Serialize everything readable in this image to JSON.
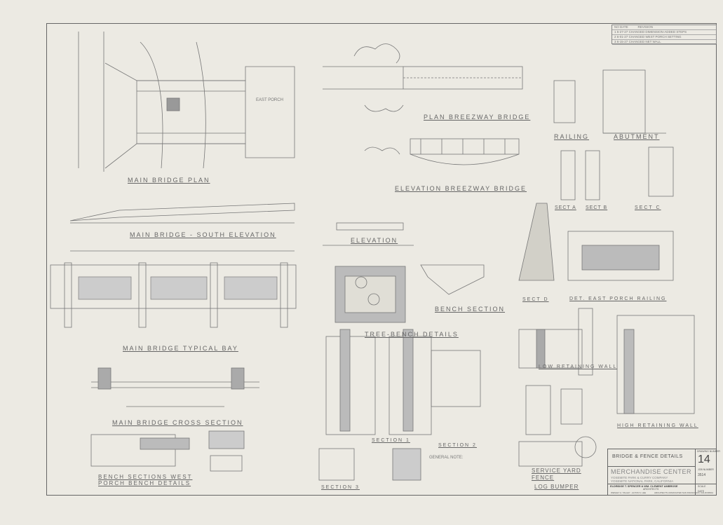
{
  "revisions": {
    "header": [
      "NO",
      "DATE",
      "REVISION"
    ],
    "rows": [
      {
        "no": "1",
        "date": "5-27-27",
        "text": "CHANGED DIMENSION-ADDED STEPS"
      },
      {
        "no": "2",
        "date": "6-01-27",
        "text": "CHANGED WEST PORCH SETTING"
      },
      {
        "no": "3",
        "date": "6-15-27",
        "text": "CHANGED NET WALL"
      }
    ]
  },
  "labels": {
    "main_bridge_plan": "MAIN BRIDGE PLAN",
    "plan_breezway": "PLAN BREEZWAY BRIDGE",
    "railing": "RAILING",
    "abutment": "ABUTMENT",
    "elev_breezway": "ELEVATION BREEZWAY BRIDGE",
    "south_elev": "MAIN BRIDGE - SOUTH ELEVATION",
    "elevation": "ELEVATION",
    "bench_section": "BENCH SECTION",
    "tree_bench": "TREE-BENCH DETAILS",
    "typical_bay": "MAIN BRIDGE TYPICAL BAY",
    "cross_section": "MAIN BRIDGE CROSS SECTION",
    "west_porch": "BENCH SECTIONS WEST PORCH BENCH DETAILS",
    "section1": "SECTION 1",
    "section2": "SECTION 2",
    "section3": "SECTION 3",
    "general_note": "GENERAL NOTE:",
    "service_yard": "SERVICE YARD FENCE",
    "log_bumper": "LOG BUMPER",
    "low_wall": "LOW RETAINING WALL",
    "high_wall": "HIGH RETAINING WALL",
    "east_porch": "DET. EAST PORCH RAILING",
    "sect_a": "SECT A",
    "sect_b": "SECT B",
    "sect_c": "SECT C",
    "sect_d": "SECT D",
    "east_porch_small": "EAST PORCH"
  },
  "title_block": {
    "sheet_title": "BRIDGE & FENCE DETAILS",
    "drawing_number_label": "DRAWING NUMBER",
    "drawing_number": "14",
    "project": "MERCHANDISE CENTER",
    "client": "YOSEMITE PARK & CURRY COMPANY",
    "location": "YOSEMITE NATIONAL PARK, CALIFORNIA",
    "job_label": "JOB NUMBER",
    "job_number": "3514",
    "architects": "ELDRIDGE T. SPENCER & WM. CLEMENT AMBROSE",
    "architects_sub": "ARCHITECTS",
    "associates_left": "WESLEY A. TALLEY - ALTON S. LEE",
    "associates_right": "ARCHITECTS ASSOCIATED SAN FRANCISCO, CALIFORNIA",
    "scale_label": "SCALE",
    "date_label": "DATE"
  }
}
